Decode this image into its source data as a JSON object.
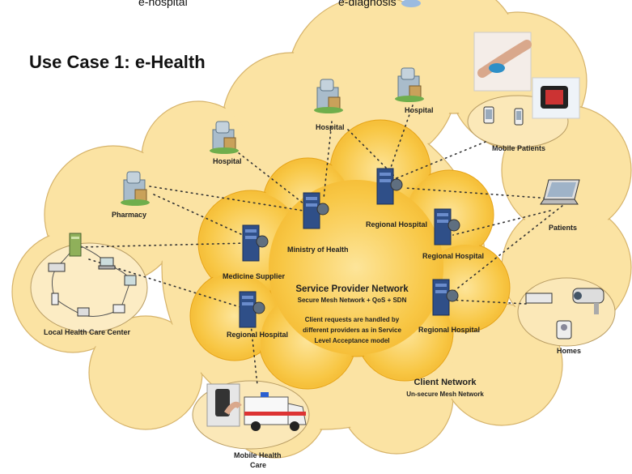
{
  "top_clipped": {
    "left": "e-hospital",
    "right": "e-diagnosis"
  },
  "title": "Use Case 1: e-Health",
  "nodes": {
    "hospital_top_left": "Hospital",
    "hospital_top_mid": "Hospital",
    "hospital_top_right": "Hospital",
    "pharmacy": "Pharmacy",
    "ministry": "Ministry of Health",
    "medicine_supplier": "Medicine Supplier",
    "regional_hospital_center": "Regional Hospital",
    "regional_hospital_right": "Regional Hospital",
    "regional_hospital_bottom_right": "Regional Hospital",
    "regional_hospital_left": "Regional Hospital",
    "mobile_patients": "Mobile Patients",
    "patients": "Patients",
    "homes": "Homes",
    "local_center": "Local Health Care Center",
    "mobile_health_care_line1": "Mobile Health",
    "mobile_health_care_line2": "Care"
  },
  "service_provider": {
    "title": "Service Provider Network",
    "subtitle": "Secure Mesh Network + QoS + SDN",
    "note_line1": "Client requests are handled by",
    "note_line2": "different providers as in Service",
    "note_line3": "Level Acceptance model"
  },
  "client_network": {
    "title": "Client Network",
    "subtitle": "Un-secure Mesh Network"
  },
  "colors": {
    "outer_cloud": "#fbe3a3",
    "inner_cloud": "#f7c23c",
    "server": "#2f4f88",
    "hospital": "#8fa7b8"
  }
}
